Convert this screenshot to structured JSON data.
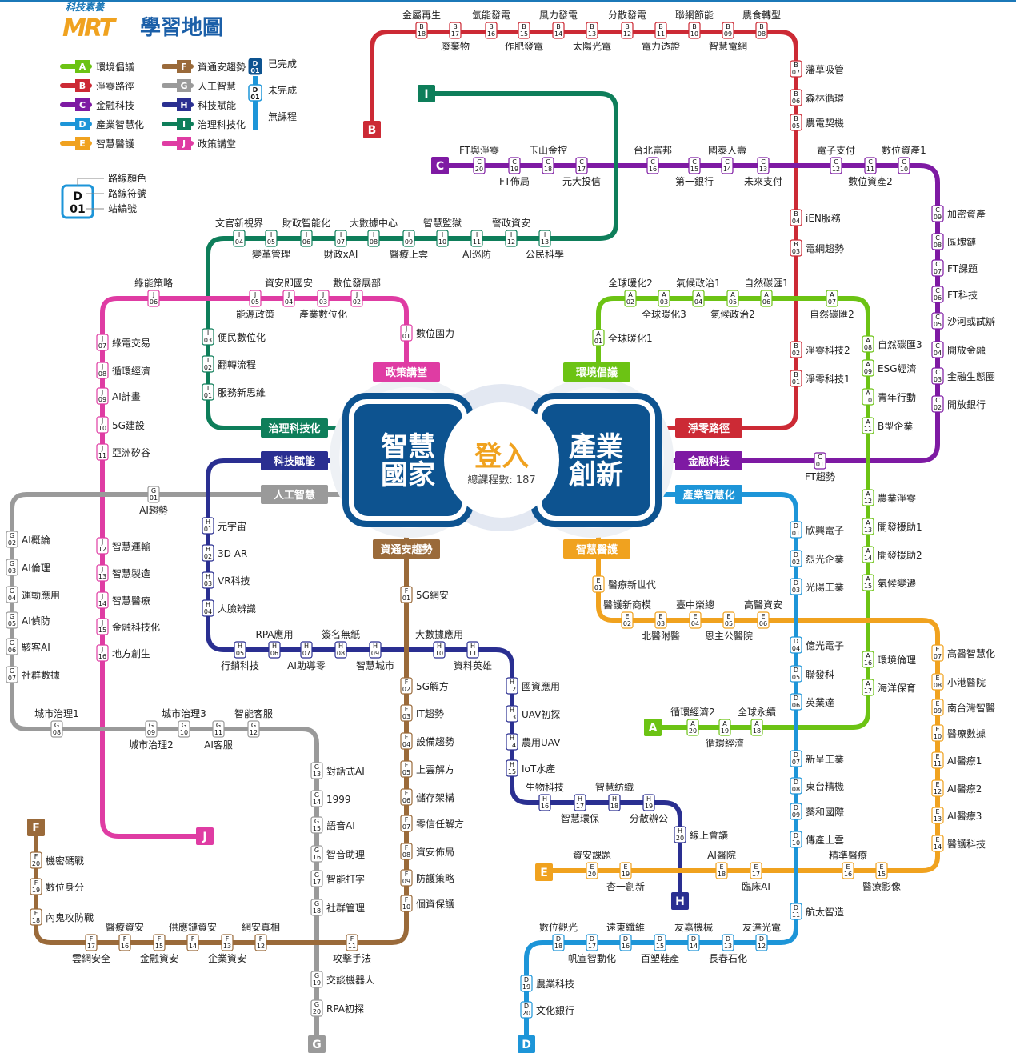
{
  "app": {
    "subtitle": "科技素養",
    "logo_text": "MRT",
    "title": "學習地圖"
  },
  "colors": {
    "A": "#6cc314",
    "B": "#cc2a35",
    "C": "#7e1aa3",
    "D": "#1d95d8",
    "E": "#f0a21f",
    "F": "#9a6a3a",
    "G": "#9a9a9a",
    "H": "#2a2f91",
    "I": "#0e7e5a",
    "J": "#df3ca3",
    "hub_blue": "#0d5390"
  },
  "legend": {
    "lines": [
      {
        "code": "A",
        "name": "環境倡議"
      },
      {
        "code": "B",
        "name": "淨零路徑"
      },
      {
        "code": "C",
        "name": "金融科技"
      },
      {
        "code": "D",
        "name": "產業智慧化"
      },
      {
        "code": "E",
        "name": "智慧醫護"
      },
      {
        "code": "F",
        "name": "資通安趨勢"
      },
      {
        "code": "G",
        "name": "人工智慧"
      },
      {
        "code": "H",
        "name": "科技賦能"
      },
      {
        "code": "I",
        "name": "治理科技化"
      },
      {
        "code": "J",
        "name": "政策講堂"
      }
    ],
    "completed": "已完成",
    "incomplete": "未完成",
    "no_course": "無課程",
    "key_line_color": "路線顏色",
    "key_line_code": "路線符號",
    "key_station_no": "站編號",
    "sample_code": "D",
    "sample_no": "01"
  },
  "hubs": {
    "left": "智慧國家",
    "left_l1": "智慧",
    "left_l2": "國家",
    "right": "產業創新",
    "right_l1": "產業",
    "right_l2": "創新",
    "login": "登入",
    "total_label": "總課程數: 187"
  },
  "line_tags": {
    "J": "政策講堂",
    "I": "治理科技化",
    "H": "科技賦能",
    "G": "人工智慧",
    "F": "資通安趨勢",
    "A": "環境倡議",
    "B": "淨零路徑",
    "C": "金融科技",
    "D": "產業智慧化",
    "E": "智慧醫護"
  },
  "stations": {
    "B18": "金屬再生",
    "B17": "廢棄物",
    "B16": "氫能發電",
    "B15": "作肥發電",
    "B14": "風力發電",
    "B13": "太陽光電",
    "B12": "分散發電",
    "B11": "電力透證",
    "B10": "聯網節能",
    "B09": "智慧電網",
    "B08": "農食轉型",
    "B07": "藩草吸管",
    "B06": "森林循環",
    "B05": "農電契機",
    "B04": "iEN服務",
    "B03": "電網趨勢",
    "B02": "淨零科技2",
    "B01": "淨零科技1",
    "C20": "FT與淨零",
    "C19": "FT佈局",
    "C18": "玉山金控",
    "C17": "元大投信",
    "C16": "台北富邦",
    "C15": "第一銀行",
    "C14": "國泰人壽",
    "C13": "未來支付",
    "C12": "電子支付",
    "C11": "數位資產2",
    "C10": "數位資產1",
    "C09": "加密資產",
    "C08": "區塊鏈",
    "C07": "FT課題",
    "C06": "FT科技",
    "C05": "沙河或試辦",
    "C04": "開放金融",
    "C03": "金融生態圈",
    "C02": "開放銀行",
    "C01": "FT趨勢",
    "I04": "文官新視界",
    "I05": "變革管理",
    "I06": "財政智能化",
    "I07": "財政xAI",
    "I08": "大數據中心",
    "I09": "醫療上雲",
    "I10": "智慧監獄",
    "I11": "AI巡防",
    "I12": "警政資安",
    "I13": "公民科學",
    "I03": "便民數位化",
    "I02": "翻轉流程",
    "I01": "服務新思維",
    "J06": "綠能策略",
    "J05": "能源政策",
    "J04": "資安即國安",
    "J03": "產業數位化",
    "J02": "數位發展部",
    "J01": "數位國力",
    "J07": "綠電交易",
    "J08": "循環經濟",
    "J09": "AI計畫",
    "J10": "5G建設",
    "J11": "亞洲矽谷",
    "J12": "智慧運輸",
    "J13": "智慧製造",
    "J14": "智慧醫療",
    "J15": "金融科技化",
    "J16": "地方創生",
    "A02": "全球暖化2",
    "A03": "全球暖化3",
    "A04": "氣候政治1",
    "A05": "氣候政治2",
    "A06": "自然碳匯1",
    "A07": "自然碳匯2",
    "A01": "全球暖化1",
    "A08": "自然碳匯3",
    "A09": "ESG經濟",
    "A10": "青年行動",
    "A11": "B型企業",
    "A12": "農業淨零",
    "A13": "開發援助1",
    "A14": "開發援助2",
    "A15": "氣候變遷",
    "A16": "環境倫理",
    "A17": "海洋保育",
    "A18": "全球永續",
    "A19": "循環經濟",
    "A20": "循環經濟2",
    "G01": "AI趨勢",
    "G02": "AI概論",
    "G03": "AI倫理",
    "G04": "運動應用",
    "G05": "AI偵防",
    "G06": "駭客AI",
    "G07": "社群數據",
    "G08": "城市治理1",
    "G09": "城市治理2",
    "G10": "城市治理3",
    "G11": "AI客服",
    "G12": "智能客服",
    "G13": "對話式AI",
    "G14": "1999",
    "G15": "語音AI",
    "G16": "智音助理",
    "G17": "智能打字",
    "G18": "社群管理",
    "G19": "交談機器人",
    "G20": "RPA初探",
    "H01": "元宇宙",
    "H02": "3D AR",
    "H03": "VR科技",
    "H04": "人臉辨識",
    "H05": "行銷科技",
    "H06": "RPA應用",
    "H07": "AI助導零",
    "H08": "簽名無紙",
    "H09": "智慧城市",
    "H10": "大數據應用",
    "H11": "資料英雄",
    "H12": "國資應用",
    "H13": "UAV初探",
    "H14": "農用UAV",
    "H15": "IoT水產",
    "H16": "生物科技",
    "H17": "智慧環保",
    "H18": "智慧紡織",
    "H19": "分散辦公",
    "H20": "線上會議",
    "F01": "5G網安",
    "F02": "5G解方",
    "F03": "IT趨勢",
    "F04": "設備趨勢",
    "F05": "上雲解方",
    "F06": "儲存架構",
    "F07": "零信任解方",
    "F08": "資安佈局",
    "F09": "防護策略",
    "F10": "個資保護",
    "F11": "攻擊手法",
    "F12": "網安真相",
    "F13": "企業資安",
    "F14": "供應鏈資安",
    "F15": "金融資安",
    "F16": "醫療資安",
    "F17": "雲網安全",
    "F18": "內鬼攻防戰",
    "F19": "數位身分",
    "F20": "機密碼戰",
    "E01": "醫療新世代",
    "E02": "醫護新商模",
    "E03": "北醫附醫",
    "E04": "臺中榮總",
    "E05": "恩主公醫院",
    "E06": "高醫資安",
    "E07": "高醫智慧化",
    "E08": "小港醫院",
    "E09": "南台灣智醫",
    "E10": "醫療數據",
    "E11": "AI醫療1",
    "E12": "AI醫療2",
    "E13": "AI醫療3",
    "E14": "醫護科技",
    "E15": "醫療影像",
    "E16": "精準醫療",
    "E17": "臨床AI",
    "E18": "AI醫院",
    "E19": "杏一創新",
    "E20": "資安課題",
    "D01": "欣興電子",
    "D02": "烈光企業",
    "D03": "光陽工業",
    "D04": "億光電子",
    "D05": "聯發科",
    "D06": "英業達",
    "D07": "新呈工業",
    "D08": "東台精機",
    "D09": "葵和國際",
    "D10": "傳產上雲",
    "D11": "航太智造",
    "D12": "友達光電",
    "D13": "長春石化",
    "D14": "友嘉機械",
    "D15": "百塑鞋產",
    "D16": "遠東纖維",
    "D17": "帆宣智動化",
    "D18": "數位觀光",
    "D19": "農業科技",
    "D20": "文化銀行"
  }
}
